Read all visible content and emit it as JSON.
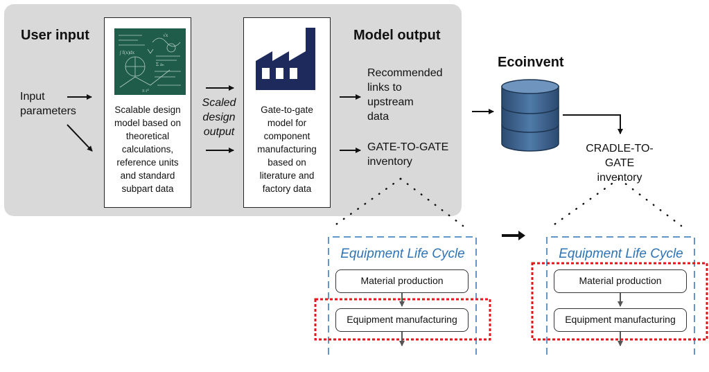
{
  "user_input": {
    "title": "User input",
    "params_line1": "Input",
    "params_line2": "parameters"
  },
  "design_box": {
    "image_icon": "chalkboard-equations-icon",
    "lines": [
      "Scalable design",
      "model based on",
      "theoretical",
      "calculations,",
      "reference units",
      "and standard",
      "subpart data"
    ]
  },
  "scaled_label": {
    "lines": [
      "Scaled",
      "design",
      "output"
    ]
  },
  "factory_box": {
    "image_icon": "factory-icon",
    "lines": [
      "Gate-to-gate",
      "model for",
      "component",
      "manufacturing",
      "based on",
      "literature and",
      "factory data"
    ]
  },
  "model_output": {
    "title": "Model output",
    "recommended_lines": [
      "Recommended",
      "links to",
      "upstream",
      "data"
    ],
    "gtg_lines": [
      "GATE-TO-GATE",
      "inventory"
    ]
  },
  "ecoinvent": {
    "title": "Ecoinvent",
    "icon": "database-cylinder-icon",
    "ctg_lines": [
      "CRADLE-TO-GATE",
      "inventory"
    ]
  },
  "life_cycle_left": {
    "title": "Equipment Life Cycle",
    "step1": "Material production",
    "step2": "Equipment manufacturing"
  },
  "life_cycle_right": {
    "title": "Equipment Life Cycle",
    "step1": "Material production",
    "step2": "Equipment manufacturing"
  },
  "colors": {
    "panel": "#d9d9d9",
    "life_cycle_blue": "#2e74b5",
    "highlight_red": "#e0161b",
    "factory_navy": "#1f2a5c",
    "chalkboard_green": "#1f5c4a",
    "database_blue": "#3a5f8a"
  }
}
